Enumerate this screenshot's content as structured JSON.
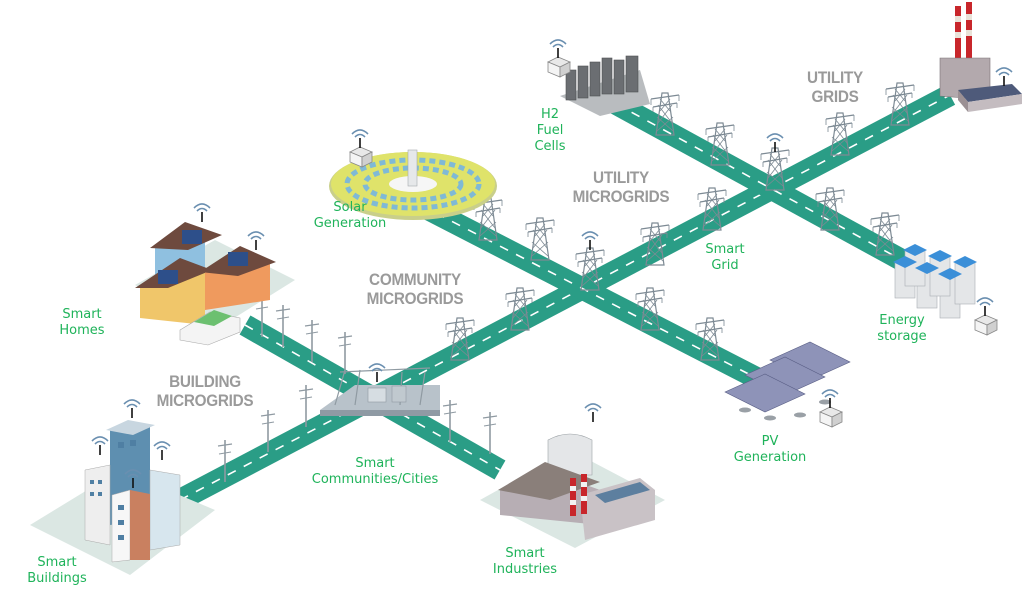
{
  "title": "Smart Grid / Microgrid Architecture",
  "colors": {
    "road": "#2a9d86",
    "road_dash": "#ffffff",
    "label_green": "#1fb35a",
    "tier_gray": "#9a9a9a",
    "ground": "#dbe7e3",
    "tower": "#7d8a94",
    "chimney_red": "#c8262b"
  },
  "tiers": {
    "utility_grids": "UTILITY\nGRIDS",
    "utility_microgrids": "UTILITY\nMICROGRIDS",
    "community_microgrids": "COMMUNITY\nMICROGRIDS",
    "building_microgrids": "BUILDING\nMICROGRIDS"
  },
  "nodes": {
    "h2_fuel_cells": "H2\nFuel\nCells",
    "solar_generation": "Solar\nGeneration",
    "smart_homes": "Smart\nHomes",
    "smart_grid": "Smart\nGrid",
    "energy_storage": "Energy\nstorage",
    "pv_generation": "PV\nGeneration",
    "smart_communities": "Smart\nCommunities/Cities",
    "smart_industries": "Smart\nIndustries",
    "smart_buildings": "Smart\nBuildings"
  },
  "icons": {
    "wireless": "wifi-icon",
    "tower": "transmission-tower-icon",
    "gateway": "gateway-box-icon"
  }
}
